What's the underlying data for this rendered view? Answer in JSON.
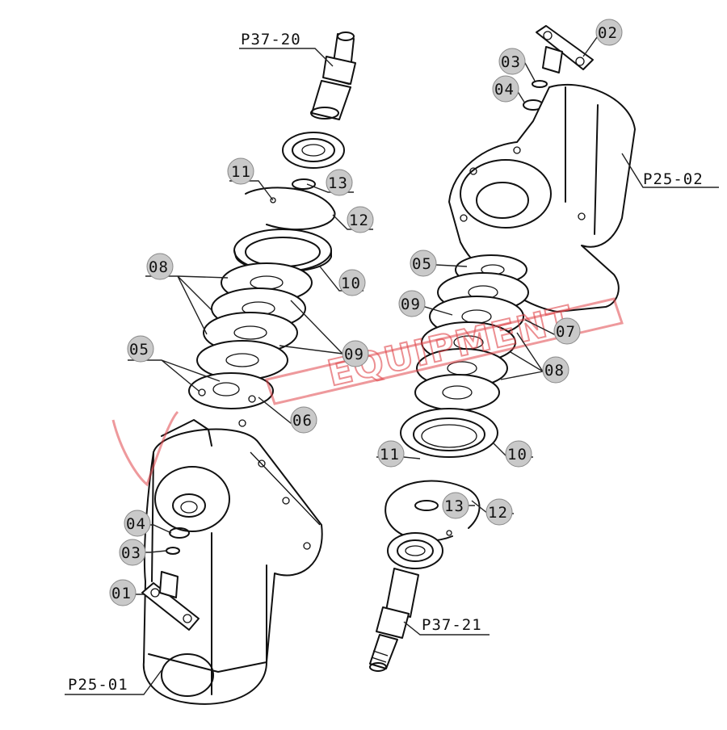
{
  "diagram": {
    "watermark": "EQUIPMENT",
    "assemblies": {
      "left": {
        "shaft_label": "P37-20",
        "housing_label": "P25-01"
      },
      "right": {
        "shaft_label": "P37-21",
        "housing_label": "P25-02"
      }
    },
    "part_numbers": {
      "p01": "01",
      "p02": "02",
      "p03": "03",
      "p04": "04",
      "p05": "05",
      "p06": "06",
      "p07": "07",
      "p08": "08",
      "p09": "09",
      "p10": "10",
      "p11": "11",
      "p12": "12",
      "p13": "13"
    },
    "colors": {
      "line": "#111111",
      "badge": "#c9c9c9",
      "watermark": "#e0464a"
    }
  }
}
